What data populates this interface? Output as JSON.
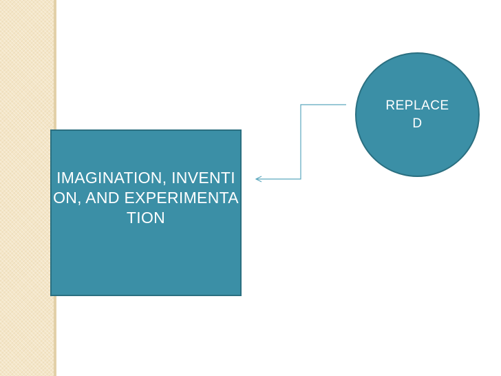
{
  "colors": {
    "shape_fill": "#3b8fa6",
    "shape_border": "#2a6f80",
    "connector": "#5aa7bd",
    "side_band": "#f4e6c8"
  },
  "nodes": {
    "main_box": {
      "label": "IMAGINATION, INVENTION, AND EXPERIMENTATION"
    },
    "circle": {
      "label": "REPLACED"
    }
  },
  "connector": {
    "from": "circle",
    "to": "main_box",
    "arrow_head": "open-arrow-left"
  }
}
